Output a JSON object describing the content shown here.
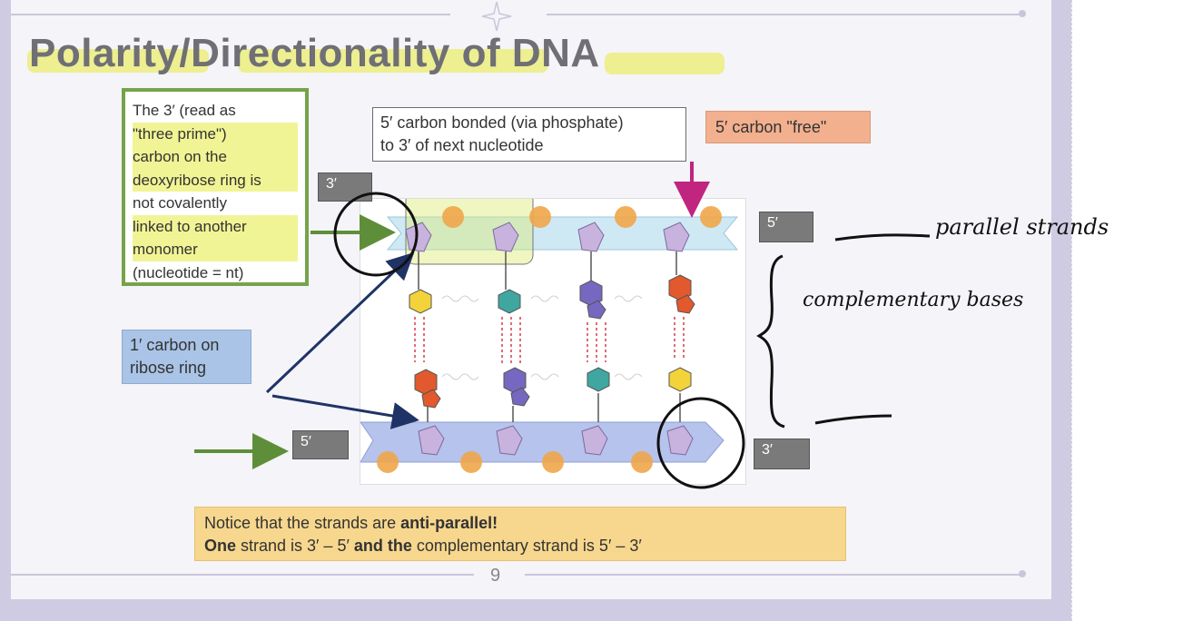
{
  "slide": {
    "title": "Polarity/Directionality of DNA",
    "page_number": "9"
  },
  "callouts": {
    "three_prime_note_lines": [
      "The 3′ (read as",
      "\"three prime\")",
      "carbon on the",
      "deoxyribose ring is",
      "not covalently",
      "linked to another",
      "monomer",
      "(nucleotide = nt)"
    ],
    "bonded_note_line1": "5′ carbon bonded (via phosphate)",
    "bonded_note_line2": "to 3′ of next nucleotide",
    "free_note": "5′ carbon \"free\"",
    "one_prime_line1": "1′ carbon on",
    "one_prime_line2": "ribose ring"
  },
  "labels": {
    "top_left": "3′",
    "top_right": "5′",
    "bottom_left": "5′",
    "bottom_right": "3′"
  },
  "notice": {
    "line1_a": "Notice that the strands are ",
    "line1_b": "anti-parallel!",
    "line2_a": "One",
    "line2_b": " strand is 3′ – 5′ ",
    "line2_c": "and the",
    "line2_d": " complementary strand is 5′ – 3′"
  },
  "handwriting": {
    "parallel": "parallel strands",
    "complementary": "complementary bases"
  },
  "colors": {
    "green_box_border": "#75a34a",
    "free_box_fill": "#f2b08e",
    "blue_box_fill": "#a9c4e6",
    "notice_fill": "#f7d78e",
    "highlight": "#e6eb3c",
    "arrow_magenta": "#c0257f",
    "arrow_navy": "#1f3366"
  }
}
